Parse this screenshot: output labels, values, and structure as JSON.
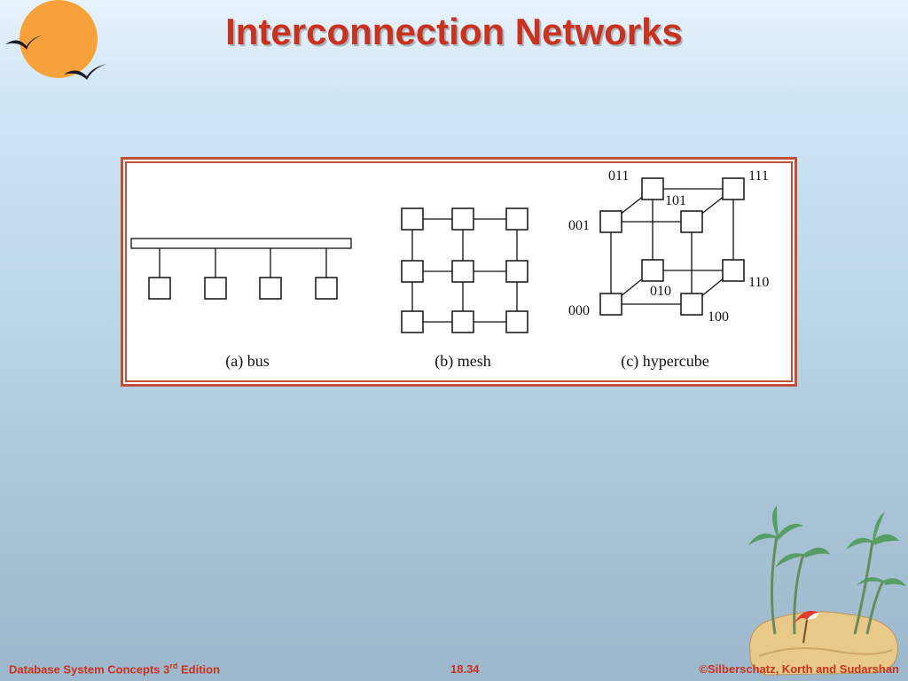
{
  "slide": {
    "title": "Interconnection Networks"
  },
  "figure": {
    "captions": {
      "bus": "(a) bus",
      "mesh": "(b) mesh",
      "hypercube": "(c) hypercube"
    },
    "hypercube_labels": {
      "n000": "000",
      "n001": "001",
      "n010": "010",
      "n011": "011",
      "n100": "100",
      "n101": "101",
      "n110": "110",
      "n111": "111"
    }
  },
  "footer": {
    "left_text": "Database System Concepts 3",
    "left_sup": "rd",
    "left_suffix": " Edition",
    "center": "18.34",
    "right": "©Silberschatz, Korth and Sudarshan"
  },
  "colors": {
    "title": "#c8321e",
    "frame": "#c0503a",
    "sun": "#f7a13a"
  },
  "icons": {
    "logo": "sun-with-birds-icon",
    "island": "palm-island-icon"
  }
}
